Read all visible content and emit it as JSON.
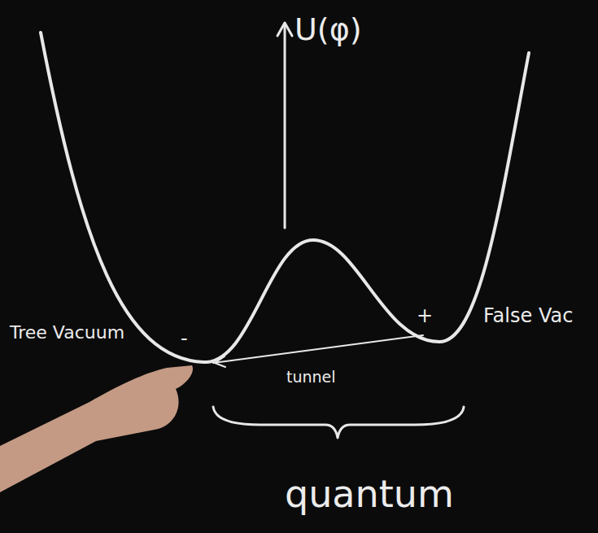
{
  "diagram": {
    "labels": [
      "U(φ)",
      "Tree Vacuum",
      "-",
      "+",
      "False Vac",
      "tunnel",
      "quantum"
    ]
  }
}
